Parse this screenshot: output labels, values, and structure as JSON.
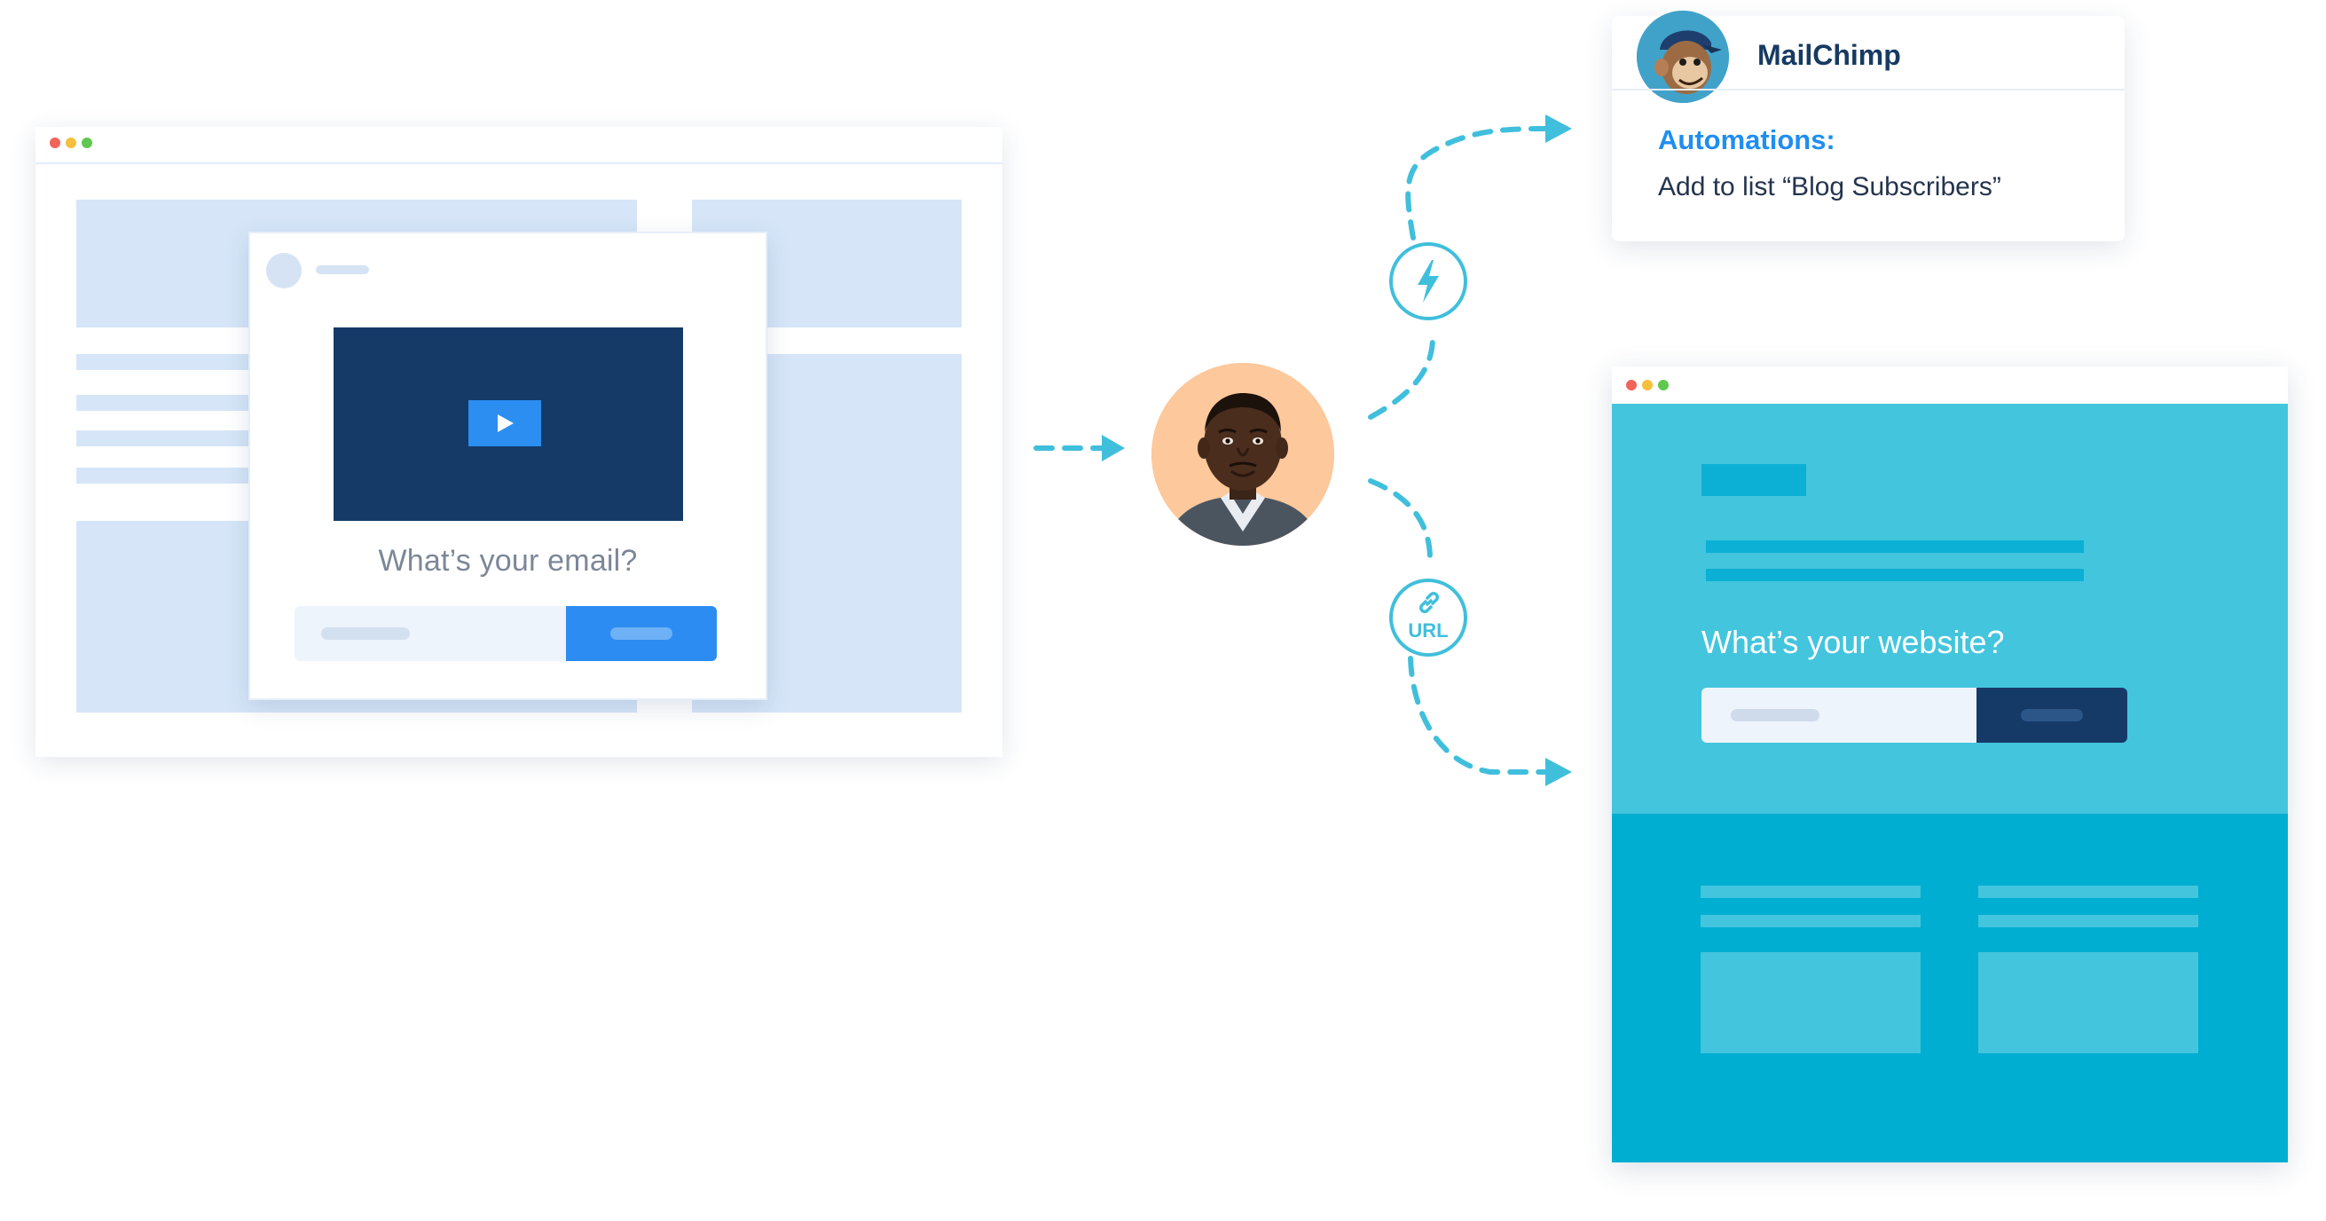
{
  "email_popup": {
    "question": "What’s your email?"
  },
  "badges": {
    "url_label": "URL",
    "trigger_icon": "lightning-icon",
    "link_icon": "link-icon"
  },
  "mailchimp": {
    "title": "MailChimp",
    "automations_label": "Automations:",
    "action_text": "Add to list “Blog Subscribers”"
  },
  "website_page": {
    "question": "What’s your website?"
  },
  "colors": {
    "accent_blue": "#2d8cf2",
    "cyan": "#40bfdc",
    "dark_navy": "#153a68",
    "page_teal": "#00aed1"
  }
}
